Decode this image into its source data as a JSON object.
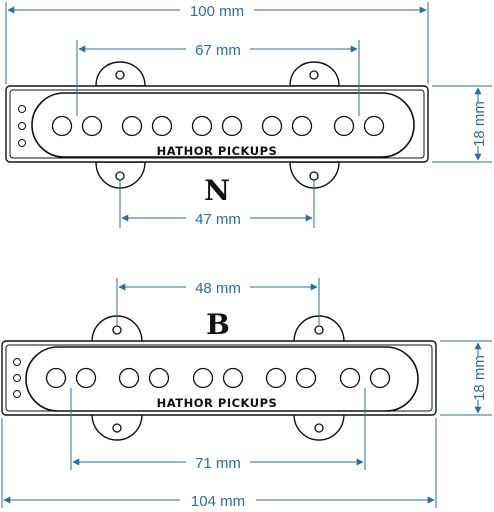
{
  "colors": {
    "dimension": "#2e6e9e",
    "outline": "#111111",
    "background": "#ffffff"
  },
  "neck_pickup": {
    "label": "N",
    "brand": "HATHOR PICKUPS",
    "overall_width": "100 mm",
    "pole_spacing": "67 mm",
    "mount_spacing": "47 mm",
    "height": "18 mm",
    "pole_count": 10
  },
  "bridge_pickup": {
    "label": "B",
    "brand": "HATHOR PICKUPS",
    "overall_width": "104 mm",
    "pole_spacing": "71 mm",
    "mount_spacing": "48 mm",
    "height": "18 mm",
    "pole_count": 10
  }
}
